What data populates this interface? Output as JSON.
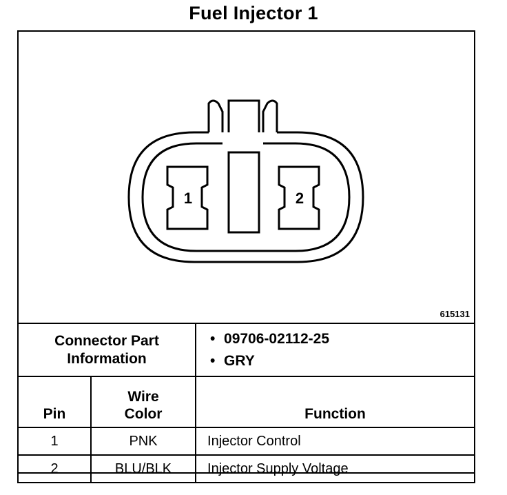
{
  "title": "Fuel Injector 1",
  "figure_number": "615131",
  "connector": {
    "pin_labels": [
      "1",
      "2"
    ]
  },
  "part_info": {
    "header": "Connector Part Information",
    "items": [
      "09706-02112-25",
      "GRY"
    ]
  },
  "columns": {
    "pin": "Pin",
    "wire_color": "Wire Color",
    "function": "Function"
  },
  "rows": [
    {
      "pin": "1",
      "wire_color": "PNK",
      "function": "Injector Control"
    },
    {
      "pin": "2",
      "wire_color": "BLU/BLK",
      "function": "Injector Supply Voltage"
    }
  ]
}
